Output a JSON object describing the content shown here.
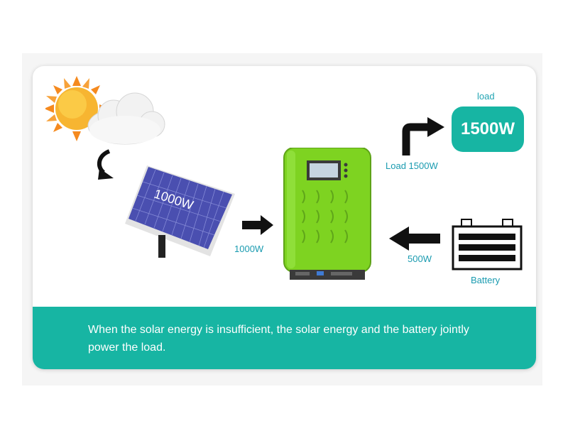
{
  "diagram": {
    "load_title": "load",
    "load_value": "1500W",
    "load_flow_label": "Load 1500W",
    "panel_label": "1000W",
    "solar_flow_label": "1000W",
    "battery_flow_label": "500W",
    "battery_label": "Battery",
    "caption": "When the solar energy is insufficient, the solar energy and the battery jointly power the load."
  },
  "colors": {
    "accent_teal": "#17b5a3",
    "label_blue": "#1a9bb0",
    "inverter_green": "#7ed321",
    "panel_blue": "#4a4fb0"
  }
}
